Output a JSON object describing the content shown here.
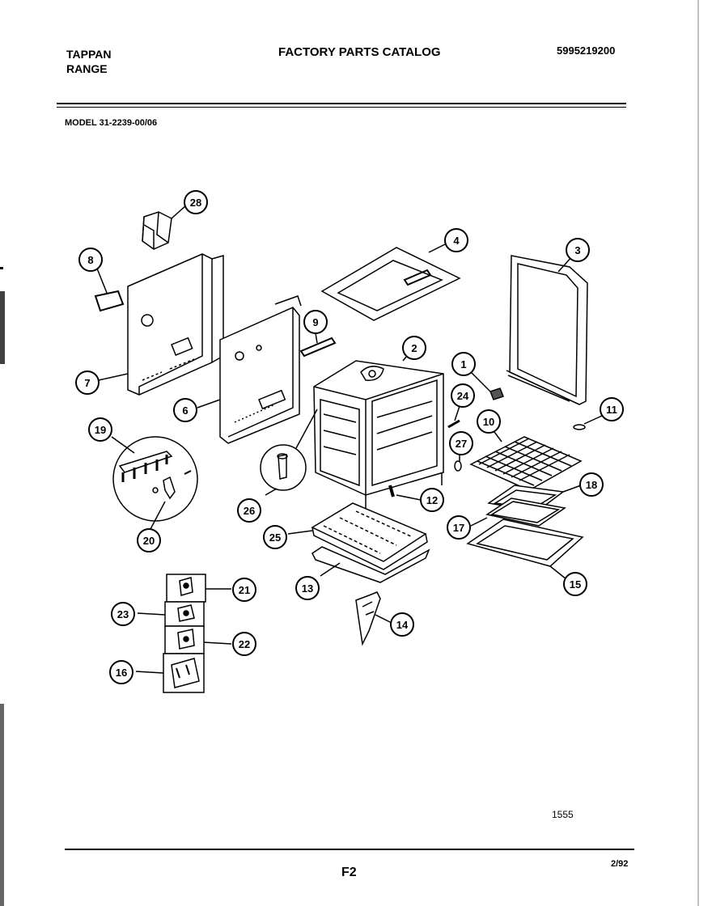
{
  "header": {
    "brand_line1": "TAPPAN",
    "brand_line2": "RANGE",
    "catalog_title": "FACTORY PARTS CATALOG",
    "part_number": "5995219200",
    "model": "MODEL 31-2239-00/06"
  },
  "footer": {
    "diagram_code": "1555",
    "page_label": "F2",
    "date": "2/92"
  },
  "callouts": [
    "1",
    "2",
    "3",
    "4",
    "6",
    "7",
    "8",
    "9",
    "10",
    "11",
    "12",
    "13",
    "14",
    "15",
    "16",
    "17",
    "18",
    "19",
    "20",
    "21",
    "22",
    "23",
    "24",
    "25",
    "26",
    "27",
    "28"
  ]
}
